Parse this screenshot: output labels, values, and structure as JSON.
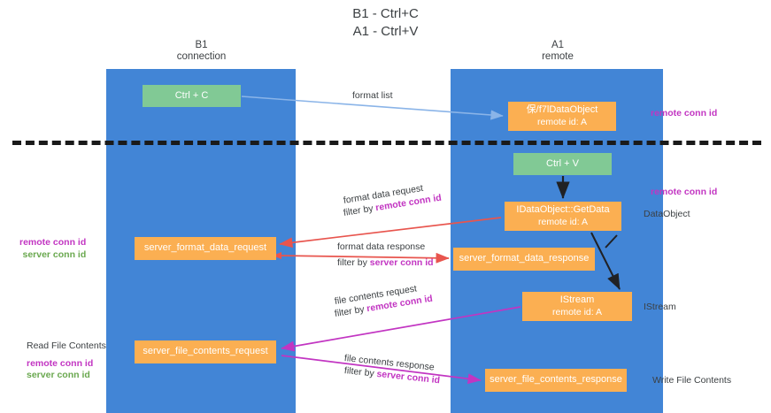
{
  "title": {
    "line1": "B1 - Ctrl+C",
    "line2": "A1 - Ctrl+V"
  },
  "lanes": [
    {
      "id": "b1",
      "name": "B1",
      "role": "connection"
    },
    {
      "id": "a1",
      "name": "A1",
      "role": "remote"
    }
  ],
  "nodes": {
    "ctrl_c": {
      "label": "Ctrl + C",
      "color": "#81c995"
    },
    "ctrl_v": {
      "label": "Ctrl + V",
      "color": "#81c995"
    },
    "idataobject": {
      "label": "保/f7lDataObject",
      "sub": "remote id: A",
      "color": "#fbaf52"
    },
    "getdata": {
      "label": "IDataObject::GetData",
      "sub": "remote id: A",
      "color": "#fbaf52"
    },
    "istream": {
      "label": "IStream",
      "sub": "remote id: A",
      "color": "#fbaf52"
    },
    "format_data_request": {
      "label": "server_format_data_request",
      "color": "#fbaf52"
    },
    "format_data_response": {
      "label": "server_format_data_response",
      "color": "#fbaf52"
    },
    "file_contents_request": {
      "label": "server_file_contents_request",
      "color": "#fbaf52"
    },
    "file_contents_response": {
      "label": "server_file_contents_response",
      "color": "#fbaf52"
    }
  },
  "edges": {
    "format_list": {
      "label": "format list",
      "color": "#8ab4e8"
    },
    "format_data_request": {
      "label": "format data request",
      "filter_prefix": "filter by ",
      "filter_key": "remote conn id",
      "color": "#e8554e"
    },
    "format_data_response": {
      "label": "format data response",
      "filter_prefix": "filter by ",
      "filter_key": "server conn id",
      "color": "#e8554e"
    },
    "file_contents_request": {
      "label": "file contents request",
      "filter_prefix": "filter by ",
      "filter_key": "remote conn id",
      "color": "#c235c2"
    },
    "file_contents_response": {
      "label": "file contents response",
      "filter_prefix": "filter by ",
      "filter_key": "server conn id",
      "color": "#c235c2"
    }
  },
  "annotations": {
    "right_1": "remote conn id",
    "right_2": "remote conn id",
    "right_3": "DataObject",
    "right_4": "IStream",
    "right_5": "Write File Contents",
    "left_1_remote": "remote conn id",
    "left_1_server": "server conn id",
    "left_2_title": "Read File Contents",
    "left_2_remote": "remote conn id",
    "left_2_server": "server conn id"
  },
  "colors": {
    "lane": "#4285d6",
    "green": "#81c995",
    "orange": "#fbaf52",
    "red_arrow": "#e8554e",
    "blue_arrow": "#8ab4e8",
    "magenta": "#c235c2",
    "green_text": "#6aa84f",
    "divider": "#1a1a1a"
  }
}
